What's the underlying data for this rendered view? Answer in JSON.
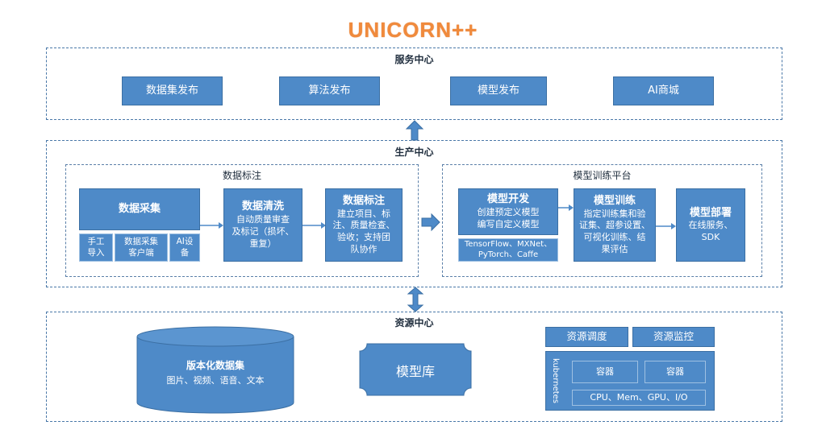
{
  "logo": "UNICORN++",
  "service": {
    "title": "服务中心",
    "items": [
      "数据集发布",
      "算法发布",
      "模型发布",
      "AI商城"
    ]
  },
  "production": {
    "title": "生产中心",
    "annotation": {
      "title": "数据标注",
      "collect": {
        "title": "数据采集",
        "subs": [
          "手工\n导入",
          "数据采集\n客户端",
          "AI设\n备"
        ]
      },
      "clean": {
        "title": "数据清洗",
        "text": "自动质量审查\n及标记（损坏、\n重复）"
      },
      "label": {
        "title": "数据标注",
        "text": "建立项目、标\n注、质量检查、\n验收；支持团\n队协作"
      }
    },
    "training": {
      "title": "模型训练平台",
      "dev": {
        "title": "模型开发",
        "text": "创建预定义模型\n编写自定义模型",
        "frameworks": "TensorFlow、MXNet、\nPyTorch、Caffe"
      },
      "train": {
        "title": "模型训练",
        "text": "指定训练集和验\n证集、超参设置、\n可视化训练、结\n果评估"
      },
      "deploy": {
        "title": "模型部署",
        "text": "在线服务、\nSDK"
      }
    }
  },
  "resource": {
    "title": "资源中心",
    "dataset": {
      "title": "版本化数据集",
      "text": "图片、视频、语音、文本"
    },
    "model_lib": "模型库",
    "schedule": "资源调度",
    "monitor": "资源监控",
    "kubernetes": "kubernetes",
    "container1": "容器",
    "container2": "容器",
    "hardware": "CPU、Mem、GPU、I/O"
  }
}
